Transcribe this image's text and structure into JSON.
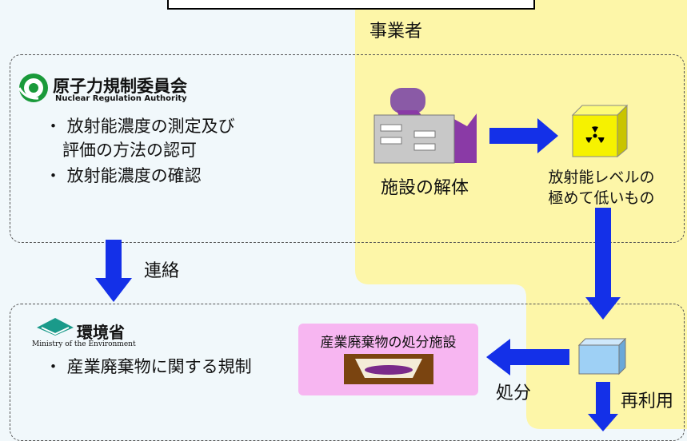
{
  "operator": {
    "label": "事業者"
  },
  "nra": {
    "logo_name_ja": "原子力規制委員会",
    "logo_name_en": "Nuclear Regulation Authority",
    "bullets": [
      "・ 放射能濃度の測定及び",
      "評価の方法の認可",
      "・ 放射能濃度の確認"
    ]
  },
  "liaison": {
    "label": "連絡"
  },
  "moe": {
    "logo_name_ja": "環境省",
    "logo_name_en": "Ministry of the Environment",
    "bullet": "・ 産業廃棄物に関する規制"
  },
  "facility": {
    "label": "施設の解体"
  },
  "low_level": {
    "line1": "放射能レベルの",
    "line2": "極めて低いもの"
  },
  "disposal_facility": {
    "label": "産業廃棄物の処分施設"
  },
  "disposal": {
    "label": "処分"
  },
  "reuse": {
    "label": "再利用"
  },
  "colors": {
    "operator_zone": "#fdf6a8",
    "arrow": "#1430e8",
    "disposal_box": "#f7b6f1",
    "radioactive_cube": "#f6f200",
    "cleared_cube": "#9ed0f5"
  }
}
